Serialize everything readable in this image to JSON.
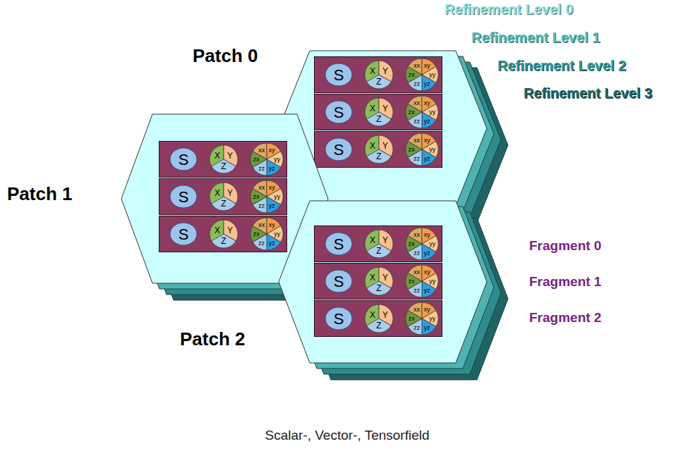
{
  "diagram": {
    "caption": "Scalar-, Vector-, Tensorfield",
    "nodes": [
      {
        "text": [
          "Patch 0"
        ]
      },
      {
        "text": [
          "S"
        ],
        "in": 0
      },
      {
        "text": [
          "X",
          "Y",
          "Z"
        ],
        "in": 0
      },
      {
        "text": [
          "xx",
          "xy",
          "yy",
          "yz",
          "zz",
          "zx"
        ],
        "in": 0
      },
      {
        "text": [
          "S"
        ],
        "in": 0
      },
      {
        "text": [
          "X",
          "Y",
          "Z"
        ],
        "in": 0
      },
      {
        "text": [
          "xx",
          "xy",
          "yy",
          "yz",
          "zz",
          "zx"
        ],
        "in": 0
      },
      {
        "text": [
          "S"
        ],
        "in": 0
      },
      {
        "text": [
          "X",
          "Y",
          "Z"
        ],
        "in": 0
      },
      {
        "text": [
          "xx",
          "xy",
          "yy",
          "yz",
          "zz",
          "zx"
        ],
        "in": 0
      },
      {
        "text": [
          "Patch 1"
        ]
      },
      {
        "text": [
          "S"
        ],
        "in": 10
      },
      {
        "text": [
          "X",
          "Y",
          "Z"
        ],
        "in": 10
      },
      {
        "text": [
          "xx",
          "xy",
          "yy",
          "yz",
          "zz",
          "zx"
        ],
        "in": 10
      },
      {
        "text": [
          "S"
        ],
        "in": 10
      },
      {
        "text": [
          "X",
          "Y",
          "Z"
        ],
        "in": 10
      },
      {
        "text": [
          "xx",
          "xy",
          "yy",
          "yz",
          "zz",
          "zx"
        ],
        "in": 10
      },
      {
        "text": [
          "S"
        ],
        "in": 10
      },
      {
        "text": [
          "X",
          "Y",
          "Z"
        ],
        "in": 10
      },
      {
        "text": [
          "xx",
          "xy",
          "yy",
          "yz",
          "zz",
          "zx"
        ],
        "in": 10
      },
      {
        "text": [
          "Patch 2"
        ]
      },
      {
        "text": [
          "S"
        ],
        "in": 20
      },
      {
        "text": [
          "X",
          "Y",
          "Z"
        ],
        "in": 20
      },
      {
        "text": [
          "xx",
          "xy",
          "yy",
          "yz",
          "zz",
          "zx"
        ],
        "in": 20
      },
      {
        "text": [
          "S"
        ],
        "in": 20
      },
      {
        "text": [
          "X",
          "Y",
          "Z"
        ],
        "in": 20
      },
      {
        "text": [
          "xx",
          "xy",
          "yy",
          "yz",
          "zz",
          "zx"
        ],
        "in": 20
      },
      {
        "text": [
          "S"
        ],
        "in": 20
      },
      {
        "text": [
          "X",
          "Y",
          "Z"
        ],
        "in": 20
      },
      {
        "text": [
          "xx",
          "xy",
          "yy",
          "yz",
          "zz",
          "zx"
        ],
        "in": 20
      }
    ],
    "labels": [
      "Refinement Level 0",
      "Refinement Level 1",
      "Refinement Level 2",
      "Refinement Level 3",
      "Fragment 0",
      "Fragment 1",
      "Fragment 2"
    ]
  }
}
